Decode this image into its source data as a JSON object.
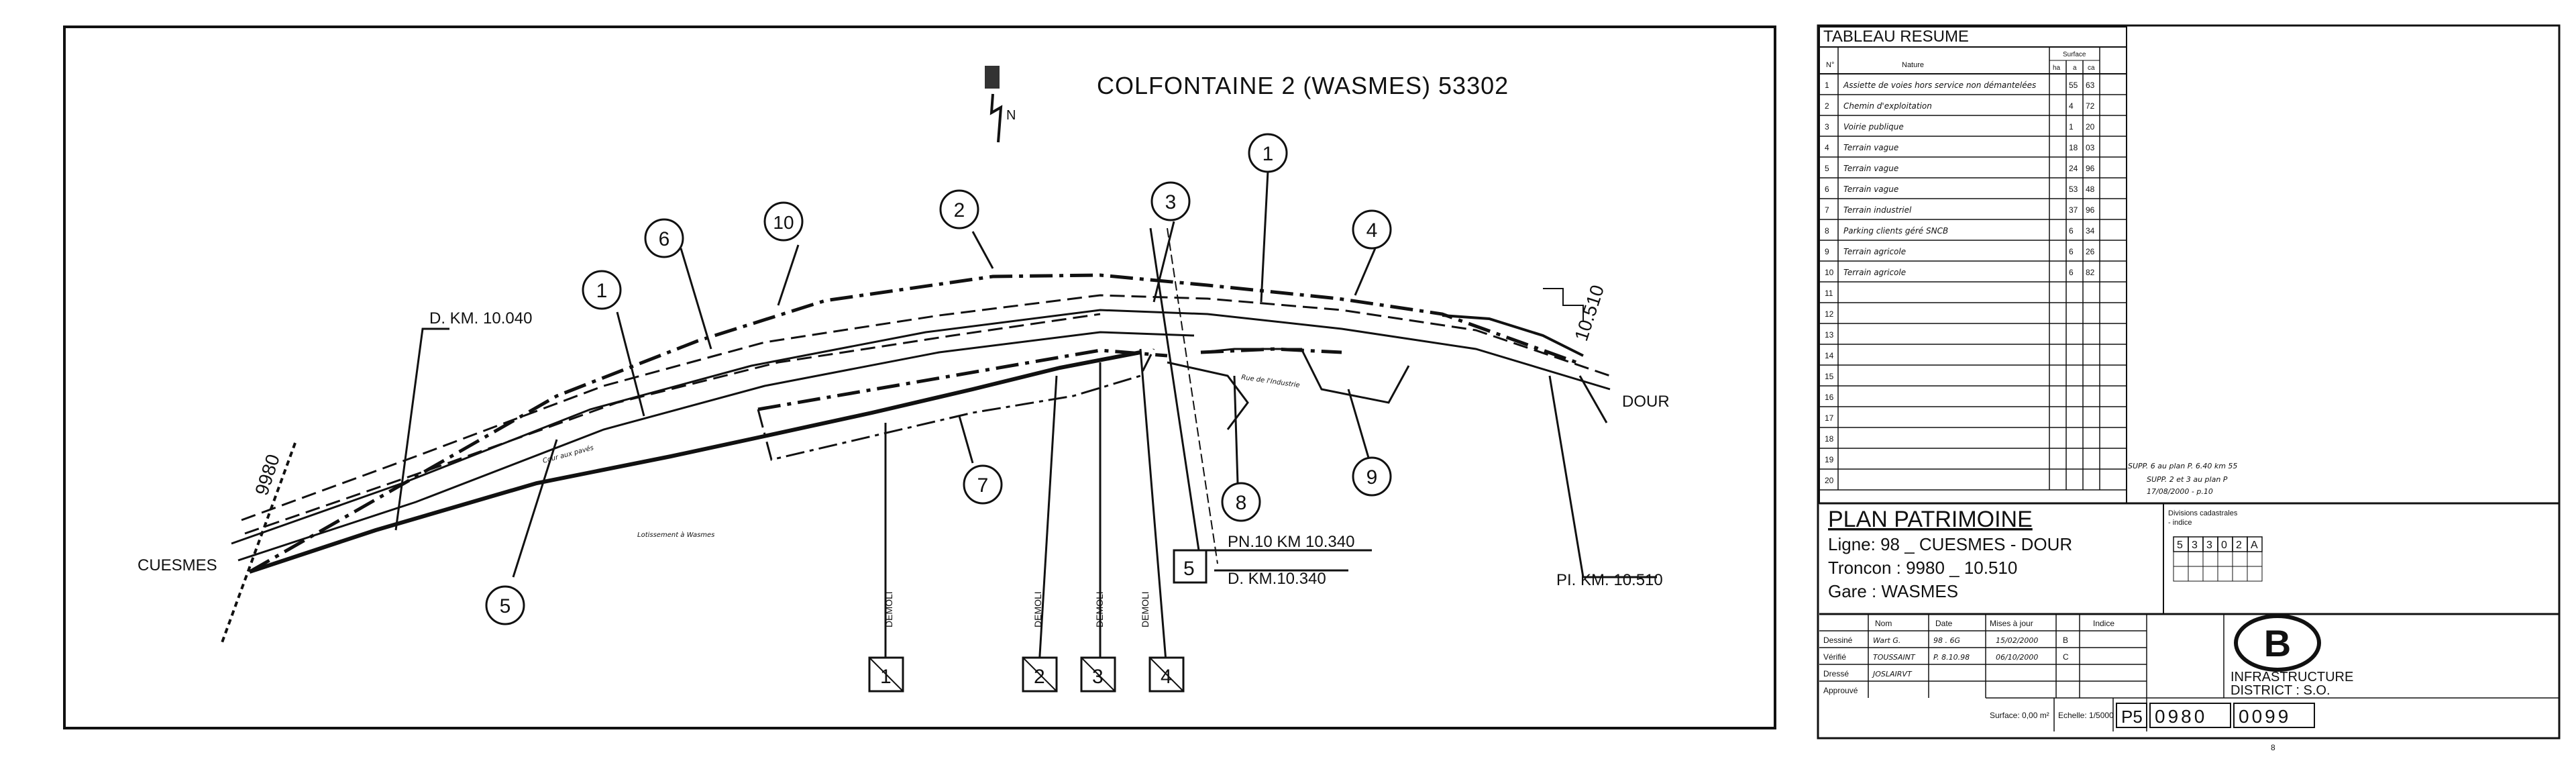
{
  "plan": {
    "title": "COLFONTAINE 2  (WASMES)  53302",
    "north_label": "N",
    "cuesmes": "CUESMES",
    "dour": "DOUR",
    "km_9980": "9980",
    "km_10510": "10.510",
    "d_km_10040": "D. KM. 10.040",
    "pn10": "PN.10  KM 10.340",
    "d_km_10340": "D. KM.10.340",
    "pi_km_10510": "PI. KM. 10.510",
    "box_5": "5",
    "demoli": "DEMOLI",
    "cour_label": "Cour aux pavés",
    "rue_label": "Rue de l'Industrie",
    "lot_label": "Lotissement à Wasmes",
    "circle_labels": {
      "c1a": "1",
      "c6": "6",
      "c10": "10",
      "c2": "2",
      "c3": "3",
      "c1b": "1",
      "c4": "4",
      "c7": "7",
      "c8": "8",
      "c9": "9",
      "c5": "5"
    },
    "demolished": [
      "1",
      "2",
      "3",
      "4"
    ]
  },
  "tableau": {
    "title": "TABLEAU  RESUME",
    "col_no": "N°",
    "col_nature": "Nature",
    "col_surface": "Surface",
    "col_ha": "ha",
    "col_a": "a",
    "col_ca": "ca",
    "rows": [
      {
        "n": "1",
        "nature": "Assiette de voies hors service non démantelées",
        "a": "55",
        "ca": "63"
      },
      {
        "n": "2",
        "nature": "Chemin d'exploitation",
        "a": "4",
        "ca": "72"
      },
      {
        "n": "3",
        "nature": "Voirie publique",
        "a": "1",
        "ca": "20"
      },
      {
        "n": "4",
        "nature": "Terrain vague",
        "a": "18",
        "ca": "03"
      },
      {
        "n": "5",
        "nature": "Terrain vague",
        "a": "24",
        "ca": "96"
      },
      {
        "n": "6",
        "nature": "Terrain vague",
        "a": "53",
        "ca": "48"
      },
      {
        "n": "7",
        "nature": "Terrain industriel",
        "a": "37",
        "ca": "96"
      },
      {
        "n": "8",
        "nature": "Parking clients géré SNCB",
        "a": "6",
        "ca": "34"
      },
      {
        "n": "9",
        "nature": "Terrain agricole",
        "a": "6",
        "ca": "26"
      },
      {
        "n": "10",
        "nature": "Terrain agricole",
        "a": "6",
        "ca": "82"
      },
      {
        "n": "11",
        "nature": "",
        "a": "",
        "ca": ""
      },
      {
        "n": "12",
        "nature": "",
        "a": "",
        "ca": ""
      },
      {
        "n": "13",
        "nature": "",
        "a": "",
        "ca": ""
      },
      {
        "n": "14",
        "nature": "",
        "a": "",
        "ca": ""
      },
      {
        "n": "15",
        "nature": "",
        "a": "",
        "ca": ""
      },
      {
        "n": "16",
        "nature": "",
        "a": "",
        "ca": ""
      },
      {
        "n": "17",
        "nature": "",
        "a": "",
        "ca": ""
      },
      {
        "n": "18",
        "nature": "",
        "a": "",
        "ca": ""
      },
      {
        "n": "19",
        "nature": "",
        "a": "",
        "ca": ""
      },
      {
        "n": "20",
        "nature": "",
        "a": "",
        "ca": ""
      }
    ],
    "notes": [
      "SUPP. 6 au plan P. 6.40 km 55",
      "SUPP. 2 et 3 au plan P",
      "17/08/2000 - p.10"
    ]
  },
  "cartouche": {
    "title": "PLAN  PATRIMOINE",
    "ligne": "Ligne: 98 _ CUESMES  -  DOUR",
    "troncon": "Troncon : 9980 _ 10.510",
    "gare": "Gare : WASMES",
    "divisions_label": "Divisions cadastrales",
    "indice_label": "- indice",
    "division_code": [
      "5",
      "3",
      "3",
      "0",
      "2",
      "A"
    ],
    "col_nom": "Nom",
    "col_date": "Date",
    "col_mises": "Mises à jour",
    "col_indice": "Indice",
    "roles": [
      {
        "role": "Dessiné",
        "name": "Wart G.",
        "date": "98 . 6G"
      },
      {
        "role": "Vérifié",
        "name": "TOUSSAINT",
        "date": "P. 8.10.98"
      },
      {
        "role": "Dressé",
        "name": "JOSLAIRVT",
        "date": ""
      },
      {
        "role": "Approuvé",
        "name": "",
        "date": ""
      }
    ],
    "updates": [
      {
        "date": "15/02/2000",
        "indice": "B"
      },
      {
        "date": "06/10/2000",
        "indice": "C"
      }
    ],
    "surface": "Surface: 0,00 m²",
    "echelle": "Echelle: 1/5000",
    "logo_letter": "B",
    "infra1": "INFRASTRUCTURE",
    "infra2": "DISTRICT : S.O.",
    "ref_prefix": "P5",
    "ref_mid": "0980",
    "ref_end": "0099"
  },
  "sheet_mark": "8"
}
